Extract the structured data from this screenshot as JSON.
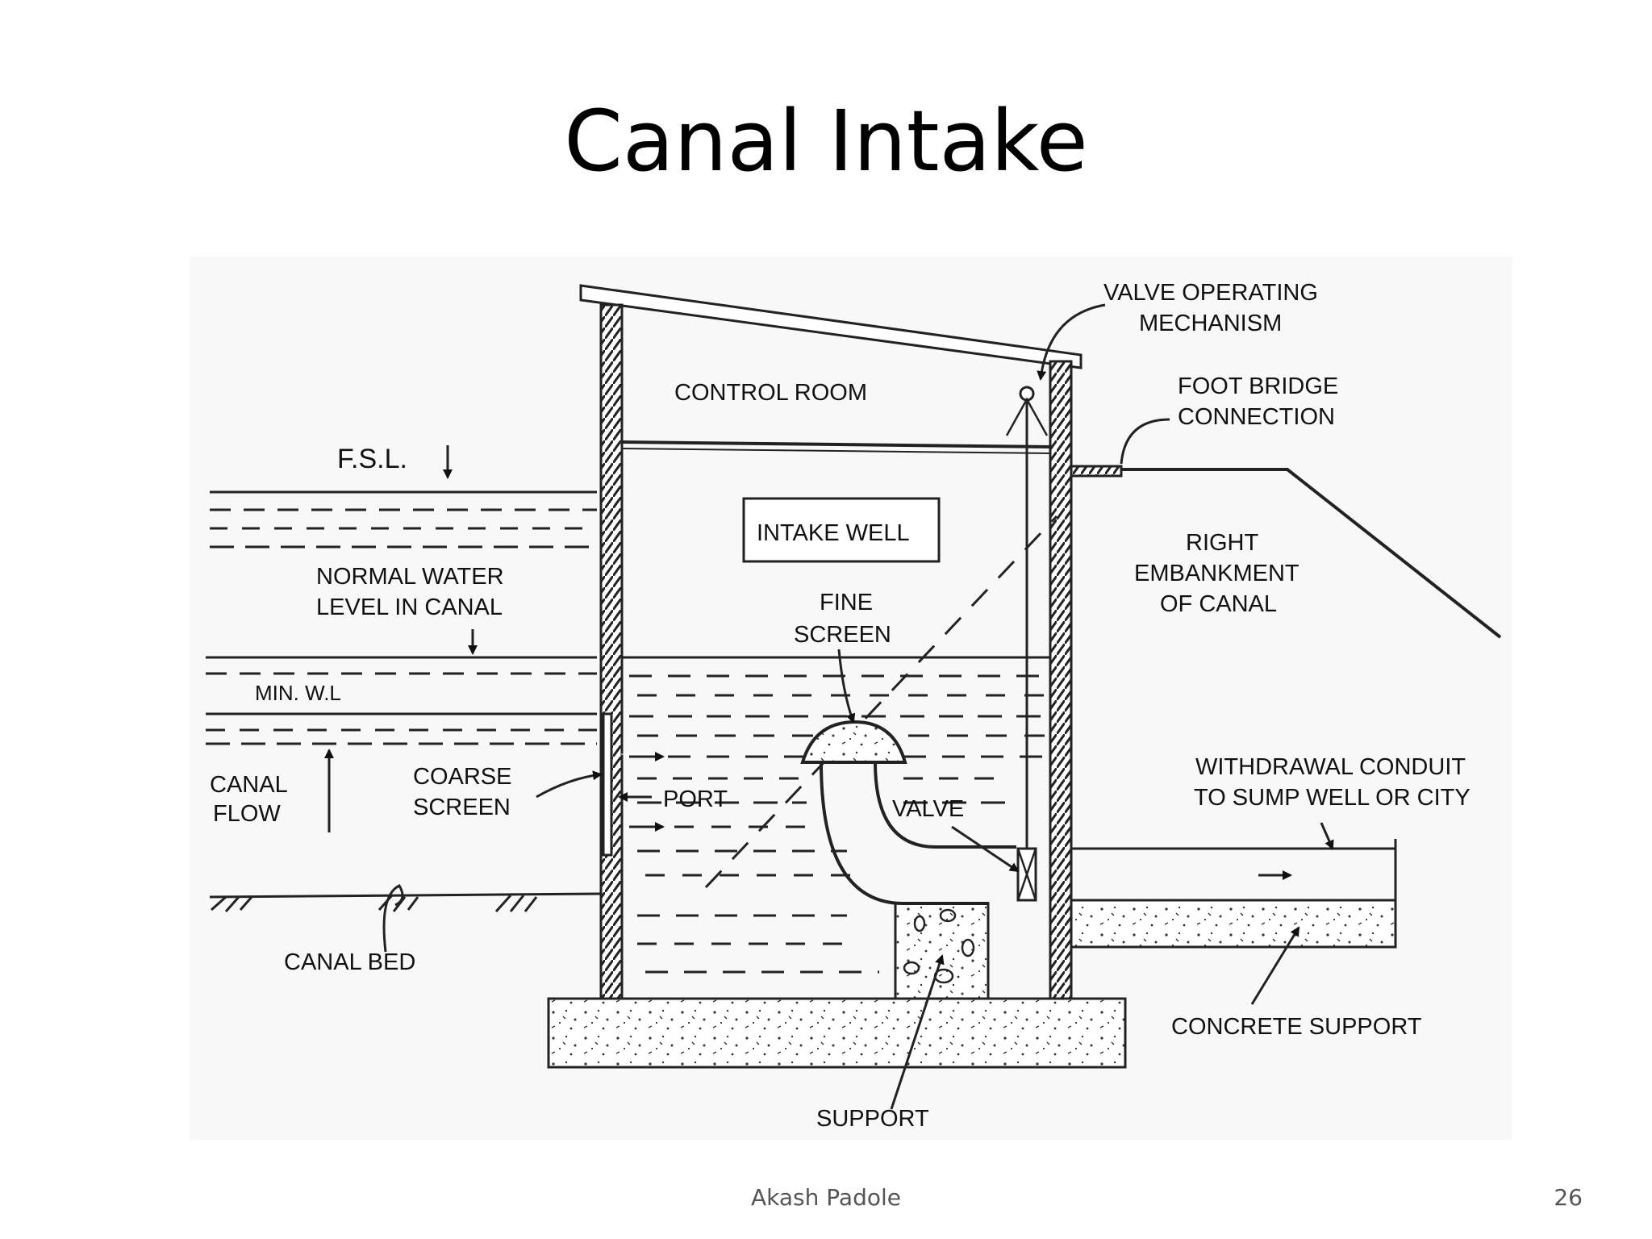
{
  "slide": {
    "title": "Canal Intake",
    "author": "Akash Padole",
    "page_number": "26"
  },
  "diagram": {
    "labels": {
      "valve_operating_1": "VALVE OPERATING",
      "valve_operating_2": "MECHANISM",
      "control_room": "CONTROL ROOM",
      "foot_bridge_1": "FOOT BRIDGE",
      "foot_bridge_2": "CONNECTION",
      "fsl": "F.S.L.",
      "intake_well": "INTAKE WELL",
      "right_embankment_1": "RIGHT",
      "right_embankment_2": "EMBANKMENT",
      "right_embankment_3": "OF CANAL",
      "normal_water_1": "NORMAL WATER",
      "normal_water_2": "LEVEL IN CANAL",
      "fine_screen_1": "FINE",
      "fine_screen_2": "SCREEN",
      "min_wl": "MIN. W.L",
      "canal_flow_1": "CANAL",
      "canal_flow_2": "FLOW",
      "coarse_screen_1": "COARSE",
      "coarse_screen_2": "SCREEN",
      "port": "PORT",
      "valve": "VALVE",
      "withdrawal_1": "WITHDRAWAL CONDUIT",
      "withdrawal_2": "TO SUMP WELL OR CITY",
      "canal_bed": "CANAL BED",
      "concrete_support": "CONCRETE SUPPORT",
      "support": "SUPPORT"
    }
  }
}
